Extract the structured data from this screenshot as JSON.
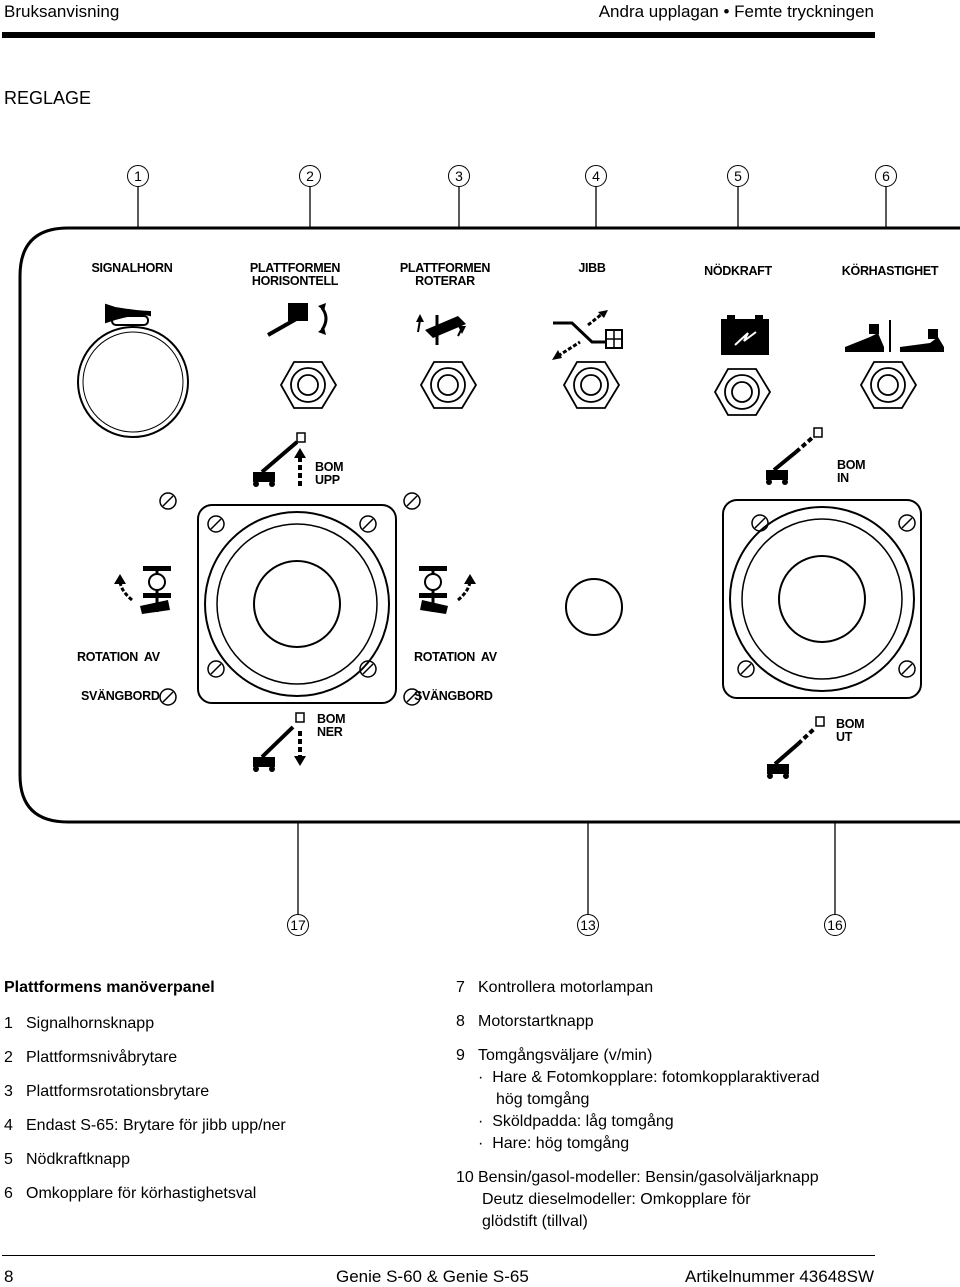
{
  "header": {
    "left": "Bruksanvisning",
    "right": "Andra upplagan • Femte tryckningen"
  },
  "section_title": "REGLAGE",
  "callouts_top": [
    "1",
    "2",
    "3",
    "4",
    "5",
    "6"
  ],
  "callouts_bottom": [
    "17",
    "13",
    "16"
  ],
  "panel": {
    "labels": {
      "signalhorn": "SIGNALHORN",
      "plat_horisontell_1": "PLATTFORMEN",
      "plat_horisontell_2": "HORISONTELL",
      "plat_roterar_1": "PLATTFORMEN",
      "plat_roterar_2": "ROTERAR",
      "jibb": "JIBB",
      "nodkraft": "NÖDKRAFT",
      "korhastighet": "KÖRHASTIGHET",
      "bom_upp_1": "BOM",
      "bom_upp_2": "UPP",
      "bom_in_1": "BOM",
      "bom_in_2": "IN",
      "bom_ner_1": "BOM",
      "bom_ner_2": "NER",
      "bom_ut_1": "BOM",
      "bom_ut_2": "UT",
      "rot_left_1": "ROTATION  AV",
      "rot_left_2": "SVÄNGBORD",
      "rot_right_1": "ROTATION  AV",
      "rot_right_2": "SVÄNGBORD"
    }
  },
  "legend": {
    "title": "Plattformens manöverpanel",
    "left_items": [
      {
        "n": "1",
        "text": "Signalhornsknapp"
      },
      {
        "n": "2",
        "text": "Plattformsnivåbrytare"
      },
      {
        "n": "3",
        "text": "Plattformsrotationsbrytare"
      },
      {
        "n": "4",
        "text": "Endast S-65: Brytare för jibb upp/ner"
      },
      {
        "n": "5",
        "text": "Nödkraftknapp"
      },
      {
        "n": "6",
        "text": "Omkopplare för körhastighetsval"
      }
    ],
    "item7": {
      "n": "7",
      "text": "Kontrollera motorlampan"
    },
    "item8": {
      "n": "8",
      "text": "Motorstartknapp"
    },
    "item9": {
      "n": "9",
      "text": "Tomgångsväljare (v/min)"
    },
    "item9_sub": [
      "Hare & Fotomkopplare: fotomkopplaraktiverad",
      "hög tomgång",
      "Sköldpadda: låg tomgång",
      "Hare: hög tomgång"
    ],
    "item10": {
      "n": "10",
      "text": "Bensin/gasol-modeller: Bensin/gasolväljarknapp"
    },
    "item10_sub": [
      "Deutz dieselmodeller: Omkopplare för",
      "glödstift (tillval)"
    ]
  },
  "footer": {
    "page": "8",
    "center": "Genie S-60 & Genie S-65",
    "right": "Artikelnummer 43648SW"
  }
}
